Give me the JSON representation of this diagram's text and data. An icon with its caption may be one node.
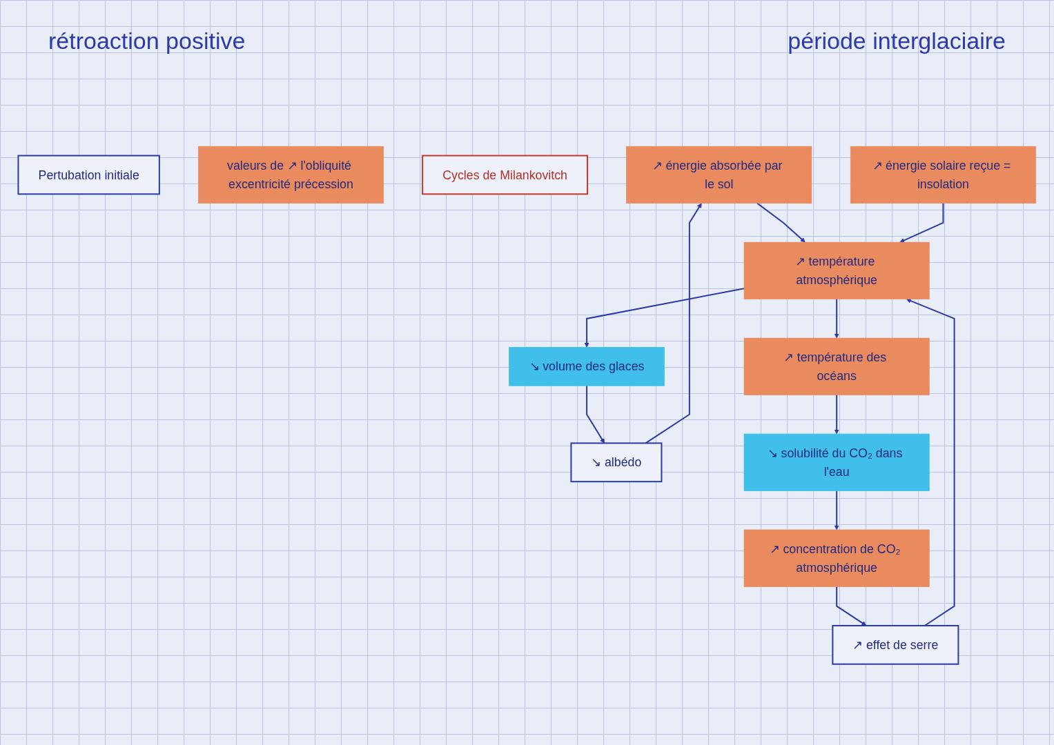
{
  "diagram": {
    "nodes": [
      {
        "text": [
          "Pertubation initiale"
        ]
      },
      {
        "text": [
          "valeurs de ↗ l'obliquité excentricité précession"
        ]
      },
      {
        "text": [
          "Cycles de Milankovitch"
        ]
      },
      {
        "text": [
          "↗ énergie absorbée par le sol"
        ]
      },
      {
        "text": [
          "↗ énergie solaire reçue = insolation"
        ]
      },
      {
        "text": [
          "↗ effet de serre"
        ]
      },
      {
        "text": [
          "↘ albédo"
        ]
      },
      {
        "text": [
          "↗ concentration de CO₂ atmosphérique"
        ]
      },
      {
        "text": [
          "↗ température atmosphérique"
        ]
      },
      {
        "text": [
          "↘ solubilité du CO₂ dans l'eau"
        ]
      },
      {
        "text": [
          "↘ volume des glaces"
        ]
      },
      {
        "text": [
          "↗ température des océans"
        ]
      }
    ],
    "edges": [
      {
        "from": 6,
        "to": 3,
        "arrow": "to"
      },
      {
        "from": 3,
        "to": 8,
        "arrow": "to"
      },
      {
        "from": 4,
        "to": 8,
        "arrow": "to"
      },
      {
        "from": 5,
        "to": 8,
        "arrow": "to"
      },
      {
        "from": 8,
        "to": 10,
        "arrow": "to"
      },
      {
        "from": 8,
        "to": 11,
        "arrow": "to"
      },
      {
        "from": 10,
        "to": 6,
        "arrow": "to"
      },
      {
        "from": 11,
        "to": 9,
        "arrow": "to"
      },
      {
        "from": 9,
        "to": 7,
        "arrow": "to"
      },
      {
        "from": 7,
        "to": 5,
        "arrow": "to"
      }
    ],
    "labels": [
      "rétroaction positive",
      "période interglaciaire"
    ]
  }
}
